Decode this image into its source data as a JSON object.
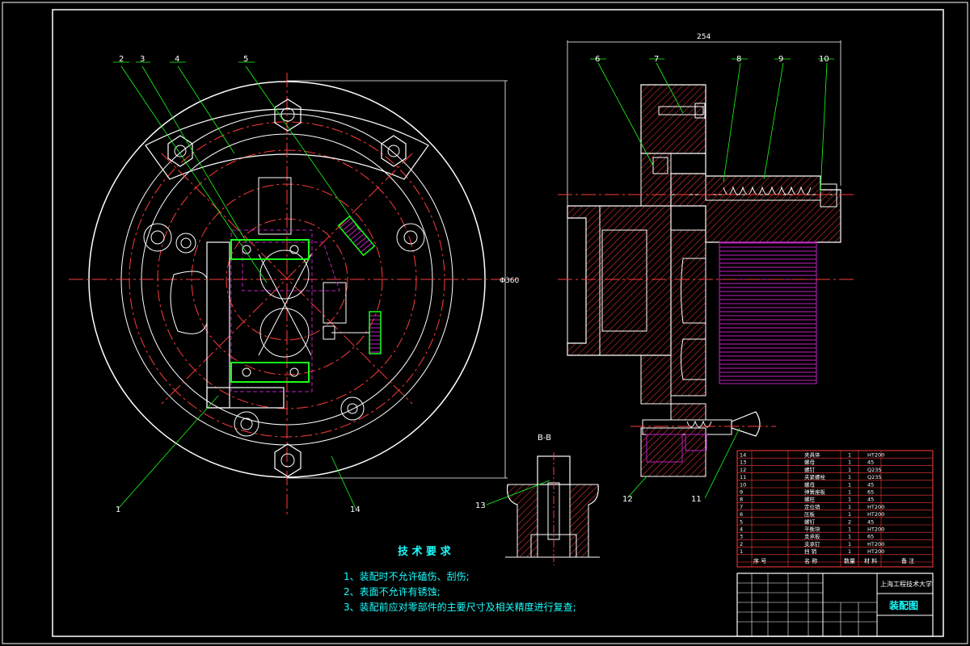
{
  "balloons": {
    "b1": "1",
    "b2": "2",
    "b3": "3",
    "b4": "4",
    "b5": "5",
    "b6": "6",
    "b7": "7",
    "b8": "8",
    "b9": "9",
    "b10": "10",
    "b11": "11",
    "b12": "12",
    "b13": "13",
    "b14": "14"
  },
  "dims": {
    "width_254": "254",
    "dia_360": "Φ360"
  },
  "section_label": "B-B",
  "tech": {
    "title": "技 术 要 求",
    "line1": "1、装配时不允许磕伤、刮伤;",
    "line2": "2、表面不允许有锈蚀;",
    "line3": "3、装配前应对零部件的主要尺寸及相关精度进行复查;"
  },
  "bom_rows": [
    {
      "no": "14",
      "name": "夹具体",
      "qty": "1",
      "mat": "HT200"
    },
    {
      "no": "13",
      "name": "螺母",
      "qty": "1",
      "mat": "45"
    },
    {
      "no": "12",
      "name": "螺钉",
      "qty": "1",
      "mat": "Q235"
    },
    {
      "no": "11",
      "name": "夹紧螺栓",
      "qty": "1",
      "mat": "Q235"
    },
    {
      "no": "10",
      "name": "螺母",
      "qty": "1",
      "mat": "45"
    },
    {
      "no": "9",
      "name": "弹簧座板",
      "qty": "1",
      "mat": "65"
    },
    {
      "no": "8",
      "name": "螺柱",
      "qty": "1",
      "mat": "45"
    },
    {
      "no": "7",
      "name": "定位销",
      "qty": "1",
      "mat": "HT200"
    },
    {
      "no": "6",
      "name": "压板",
      "qty": "1",
      "mat": "HT200"
    },
    {
      "no": "5",
      "name": "螺钉",
      "qty": "2",
      "mat": "45"
    },
    {
      "no": "4",
      "name": "平衡块",
      "qty": "1",
      "mat": "HT200"
    },
    {
      "no": "3",
      "name": "支承板",
      "qty": "1",
      "mat": "65"
    },
    {
      "no": "2",
      "name": "支承钉",
      "qty": "1",
      "mat": "HT200"
    },
    {
      "no": "1",
      "name": "挡 销",
      "qty": "1",
      "mat": "HT200"
    }
  ],
  "bom_header": {
    "no": "序 号",
    "name": "名 称",
    "qty": "数量",
    "mat": "材 料",
    "note": "备 注"
  },
  "title_block": {
    "school": "上海工程技术大学",
    "drawing_name": "装配图"
  }
}
